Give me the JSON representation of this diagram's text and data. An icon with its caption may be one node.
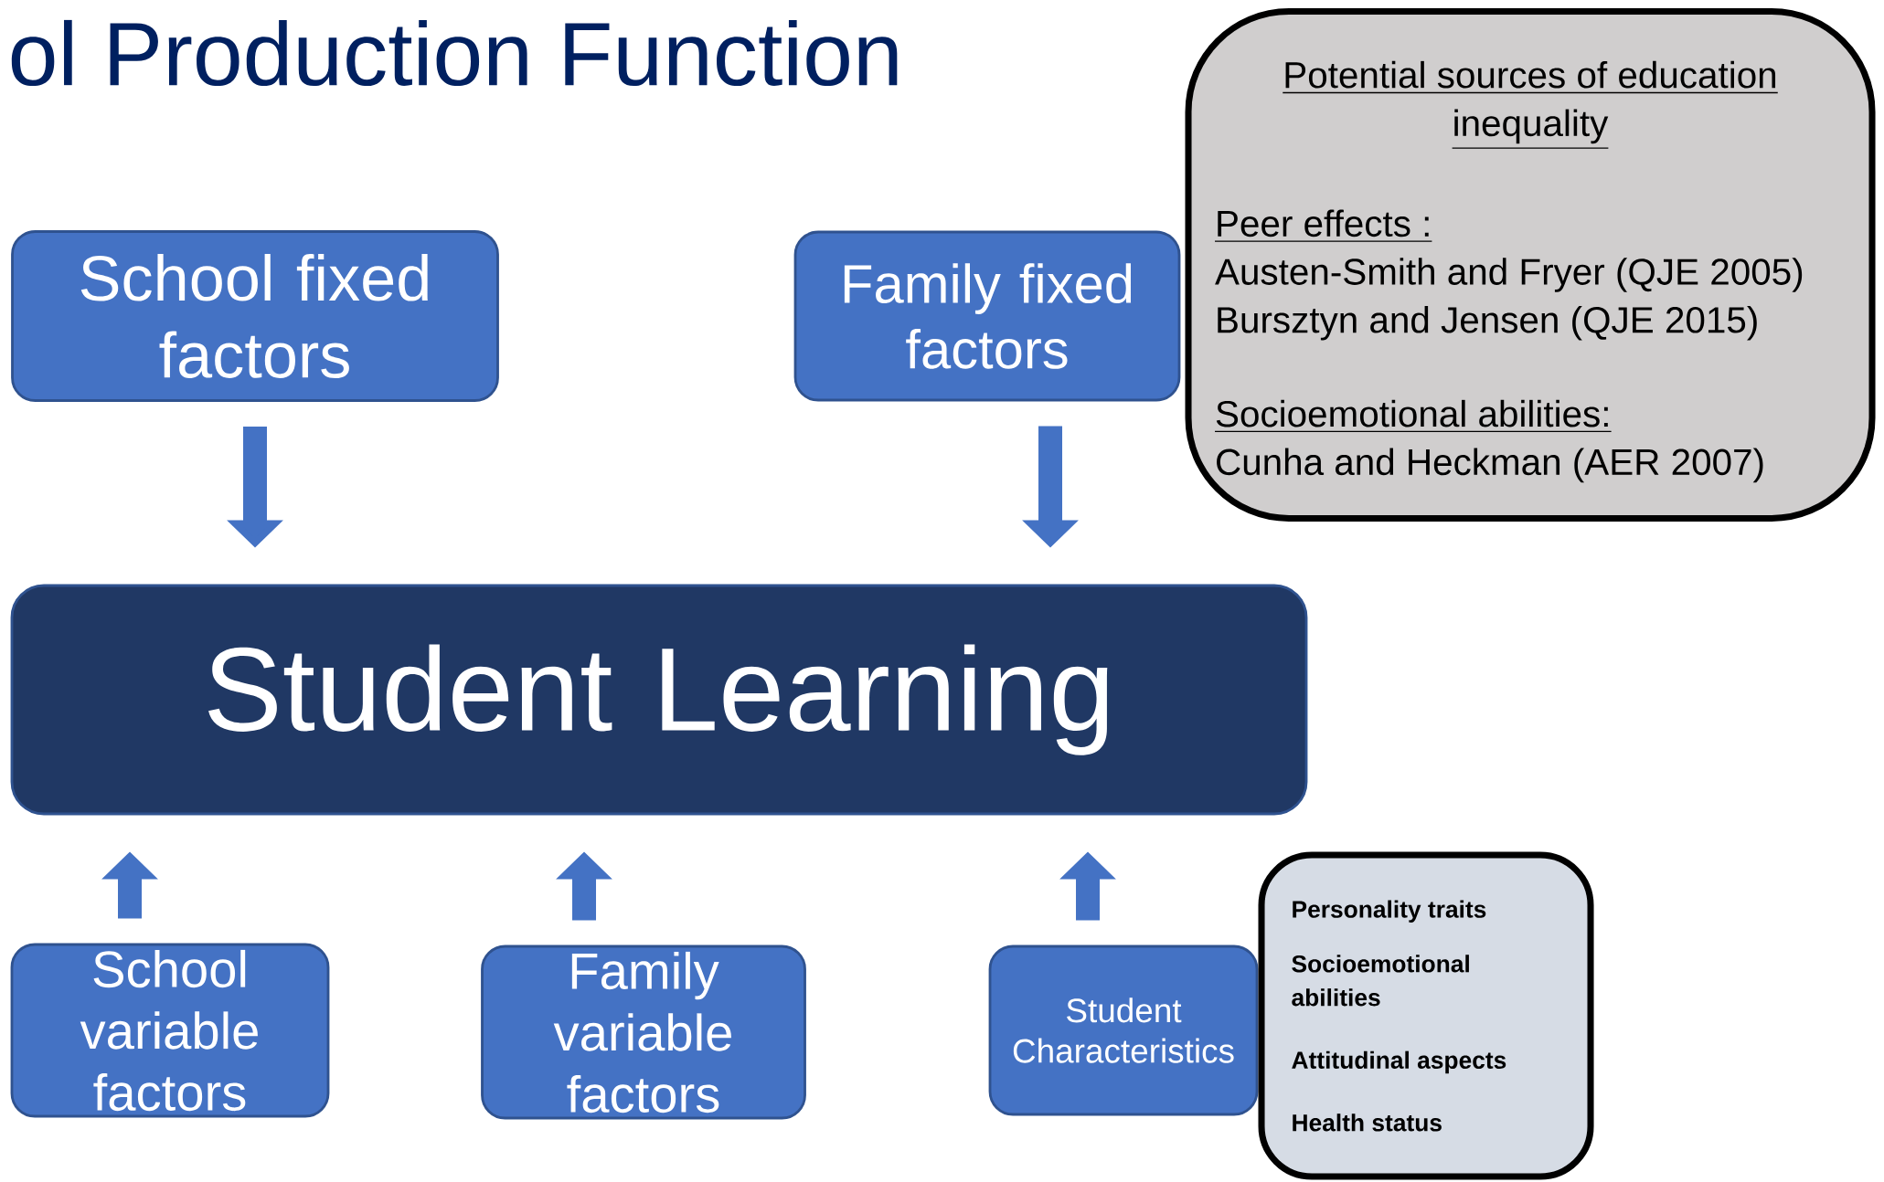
{
  "diagram": {
    "title": "ol Production Function",
    "nodes": [
      {
        "text": [
          "School fixed factors"
        ]
      },
      {
        "text": [
          "Family fixed factors"
        ]
      },
      {
        "text": [
          "Potential sources of education inequality",
          "Peer effects :",
          "Austen-Smith and Fryer (QJE 2005)",
          "Bursztyn and Jensen (QJE 2015)",
          "Socioemotional abilities:",
          "Cunha and Heckman (AER 2007)"
        ]
      },
      {
        "text": [
          "Student Learning"
        ]
      },
      {
        "text": [
          "School variable factors"
        ]
      },
      {
        "text": [
          "Family variable factors"
        ]
      },
      {
        "text": [
          "Student Characteristics"
        ]
      },
      {
        "text": [
          "Personality traits",
          "Socioemotional abilities",
          "Attitudinal aspects",
          "Health status"
        ]
      }
    ],
    "edges": [
      {
        "from": 0,
        "to": 3,
        "arrow": "to"
      },
      {
        "from": 1,
        "to": 3,
        "arrow": "to"
      },
      {
        "from": 4,
        "to": 3,
        "arrow": "to"
      },
      {
        "from": 5,
        "to": 3,
        "arrow": "to"
      },
      {
        "from": 6,
        "to": 3,
        "arrow": "to"
      }
    ]
  }
}
